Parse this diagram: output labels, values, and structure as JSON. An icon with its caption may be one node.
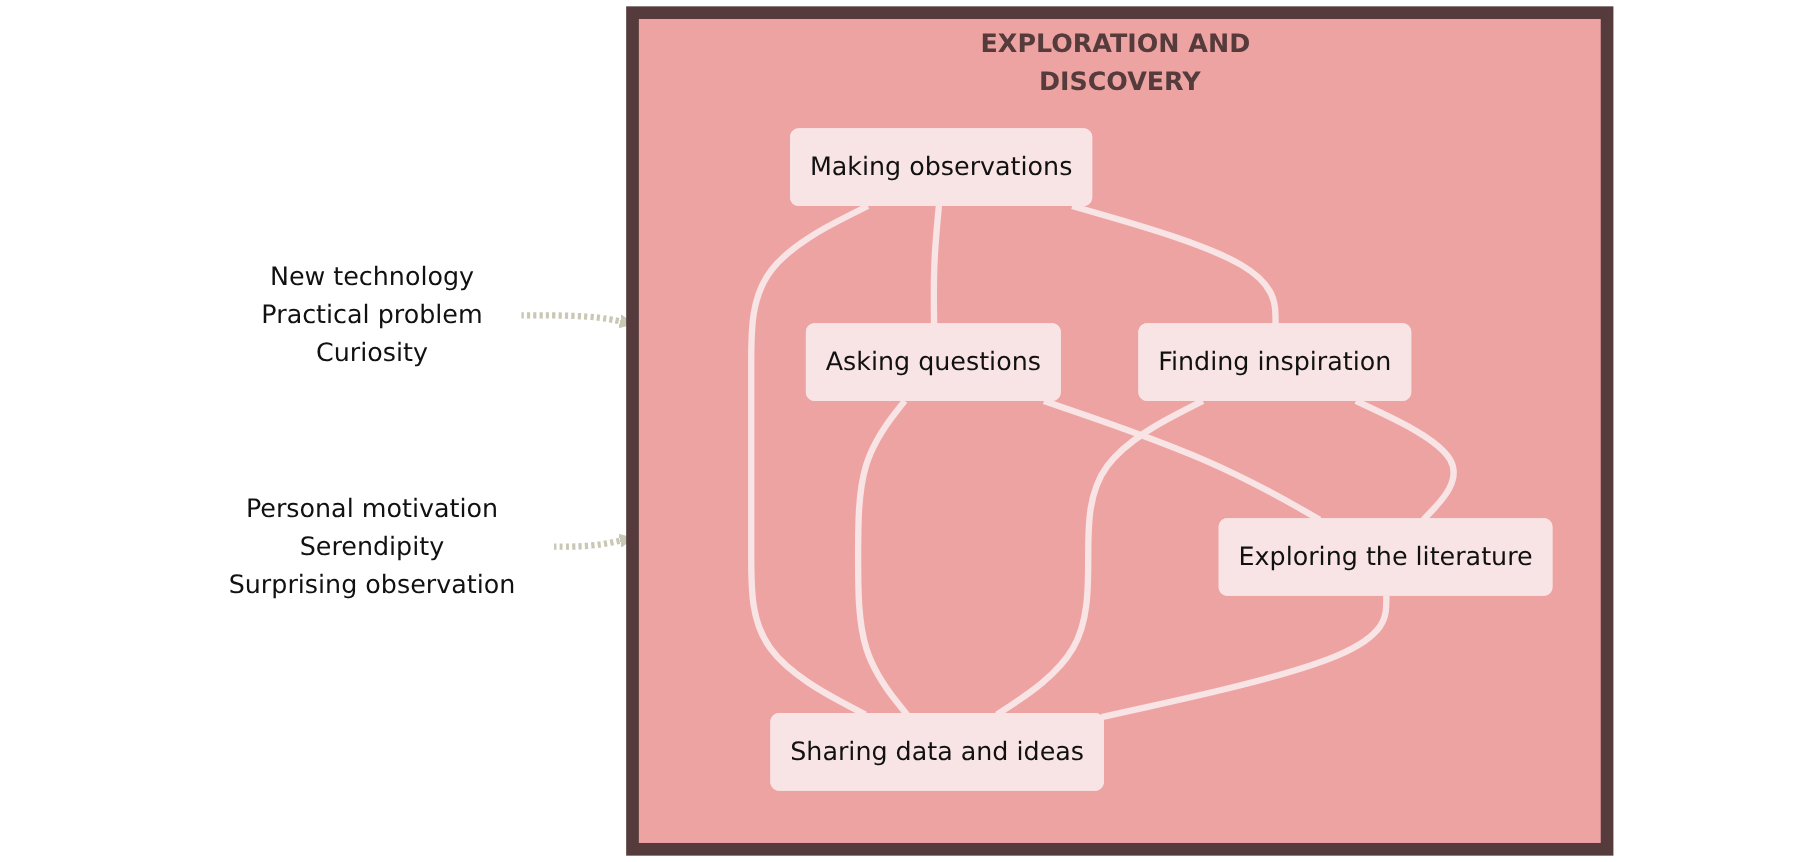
{
  "diagram": {
    "nodes": [
      {
        "text": [
          "EXPLORATION AND DISCOVERY"
        ]
      },
      {
        "text": [
          "Making observations"
        ],
        "in": 0
      },
      {
        "text": [
          "Asking questions"
        ],
        "in": 0
      },
      {
        "text": [
          "Sharing data and ideas"
        ],
        "in": 0
      },
      {
        "text": [
          "Finding inspiration"
        ],
        "in": 0
      },
      {
        "text": [
          "Exploring the literature"
        ],
        "in": 0
      },
      {
        "text": [
          "New technology",
          "Practical problem",
          "Curiosity"
        ]
      },
      {
        "text": [
          "Personal motivation",
          "Serendipity",
          "Surprising observation"
        ]
      }
    ],
    "edges": [
      {
        "from": 1,
        "to": 2,
        "arrow": "none",
        "color": "#f8e4e4"
      },
      {
        "from": 1,
        "to": 4,
        "arrow": "none",
        "color": "#f8e4e4"
      },
      {
        "from": 2,
        "to": 5,
        "arrow": "none",
        "color": "#f8e4e4"
      },
      {
        "from": 4,
        "to": 5,
        "arrow": "none",
        "color": "#f8e4e4"
      },
      {
        "from": 1,
        "to": 3,
        "arrow": "none",
        "color": "#f8e4e4"
      },
      {
        "from": 2,
        "to": 3,
        "arrow": "none",
        "color": "#f8e4e4"
      },
      {
        "from": 4,
        "to": 3,
        "arrow": "none",
        "color": "#f8e4e4"
      },
      {
        "from": 5,
        "to": 3,
        "arrow": "none",
        "color": "#f8e4e4"
      },
      {
        "from": 6,
        "to": 0,
        "arrow": "to",
        "style": "dashed",
        "color": "#c8c8b4"
      },
      {
        "from": 7,
        "to": 0,
        "arrow": "to",
        "style": "dashed",
        "color": "#c8c8b4"
      }
    ]
  }
}
